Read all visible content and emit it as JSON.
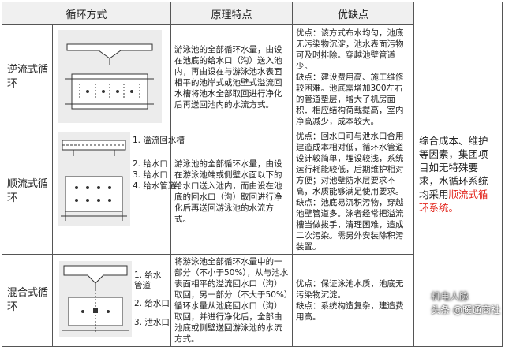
{
  "header": {
    "method": "循环方式",
    "principle": "原理特点",
    "pros_cons": "优缺点"
  },
  "rows": [
    {
      "method": "逆流式循环",
      "principle": "游泳池的全部循环水量，由设在池底的给水口（沟）送入池内，再由设在与游泳池水表面相平的池岸式或池壁式溢流回水槽将池水全部取回进行净化后再送回池内的水流方式。",
      "pros": "优点：该方式布水均匀，池底无污染物沉淀，池水表面污物可及时排除。穿越池壁管道少。",
      "cons": "缺点：建设费用高、施工维修较困难。池底需增加300左右的管道垫层，增大了机房面积．相应结构荷载提高，室内净高减少，成本较大。"
    },
    {
      "method": "顺流式循环",
      "labels": [
        "1. 溢流回水槽",
        "2. 给水口",
        "3. 给水口",
        "4. 给水管道"
      ],
      "principle": "游泳池的全部循环水量，由设在游泳池端或侧壁水面以下的给水口送入池内，而由设在池底的回水口（沟）取回进行净化后再送回游泳池的水流方式。",
      "pros": "优点：回水口可与泄水口合用建造成本相对低，循环水管道设计较简单，埋设较浅，系统运行耗能较低，后期维护相对方便；对池壁防水层要求不高，水质能够满足使用要求。",
      "cons": "缺点：池底易沉积污物，穿越池壁管道多。泳者经常把溢流槽当做拔手，清理困难，造成二次污染。需另外安装除积污装置。"
    },
    {
      "method": "混合式循环",
      "labels": [
        "1. 给水管道",
        "2. 给水口",
        "3. 泄水口"
      ],
      "principle": "将游泳池全部循环水量中的一部分（不小于50%），从与池水表面相平的溢流回水口（沟）取回，另一部分（不大于50%）循环水量从池底回水口（沟）取回，并进行净化后，全部由池底或侧壁送回游泳池的水流方式。",
      "pros": "优点：保证泳池水质，池底无污染物沉淀。",
      "cons": "缺点：系统构造复杂，建造费用高。"
    }
  ],
  "summary": {
    "text": "综合成本、维护等因素，集团项目如无特殊要求，水循环系统均采用",
    "highlight": "顺流式循环系统。"
  },
  "watermark": {
    "text": "头条 @暖通商社",
    "faint": "机电人脉"
  }
}
